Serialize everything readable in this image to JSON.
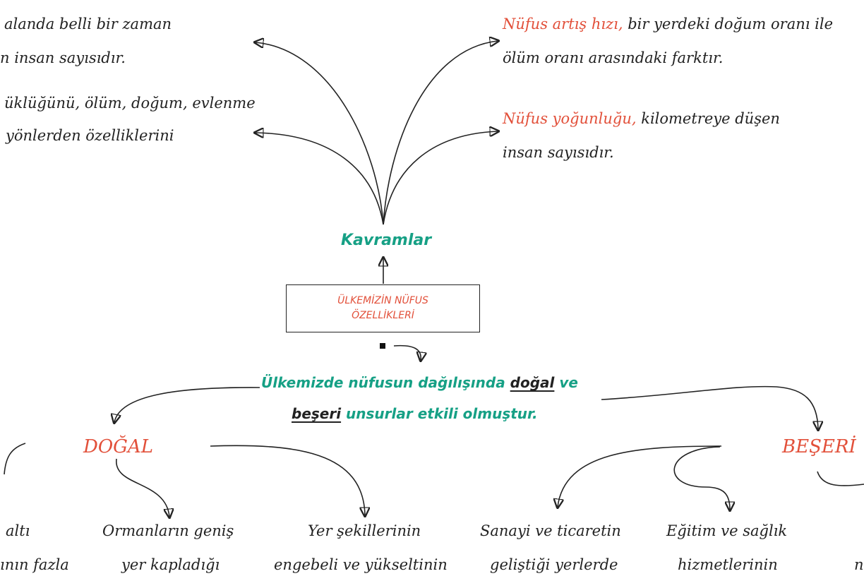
{
  "center": {
    "line1": "ÜLKEMİZİN NÜFUS",
    "line2": "ÖZELLİKLERİ"
  },
  "kavramlar": "Kavramlar",
  "left_top": {
    "line1": "alanda belli bir zaman",
    "line2": "n insan sayısıdır."
  },
  "left_mid": {
    "line1": "üklüğünü, ölüm, doğum, evlenme",
    "line2": "yönlerden özelliklerini"
  },
  "right_top": {
    "term": "Nüfus artış hızı,",
    "line1_rest": " bir yerdeki doğum oranı ile",
    "line2": "ölüm oranı arasındaki farktır."
  },
  "right_mid": {
    "term": "Nüfus yoğunluğu,",
    "line1_rest": " kilometreye düşen",
    "line2": "insan sayısıdır."
  },
  "distribution": {
    "part1": "Ülkemizde nüfusun dağılışında ",
    "dogal_word": "doğal",
    "part2": " ve",
    "beseri_word": "beşeri",
    "part3": " unsurlar etkili olmuştur."
  },
  "dogal_label": "DOĞAL",
  "beseri_label": "BEŞERİ",
  "bottom": {
    "item1": {
      "line1": "altı",
      "line2": "ının fazla"
    },
    "item2": {
      "line1": "Ormanların geniş",
      "line2": "yer kapladığı"
    },
    "item3": {
      "line1": "Yer şekillerinin",
      "line2": "engebeli ve yükseltinin"
    },
    "item4": {
      "line1": "Sanayi ve ticaretin",
      "line2": "geliştiği yerlerde"
    },
    "item5": {
      "line1": "Eğitim ve sağlık",
      "line2": "hizmetlerinin"
    },
    "item6": {
      "line1": "n"
    }
  }
}
